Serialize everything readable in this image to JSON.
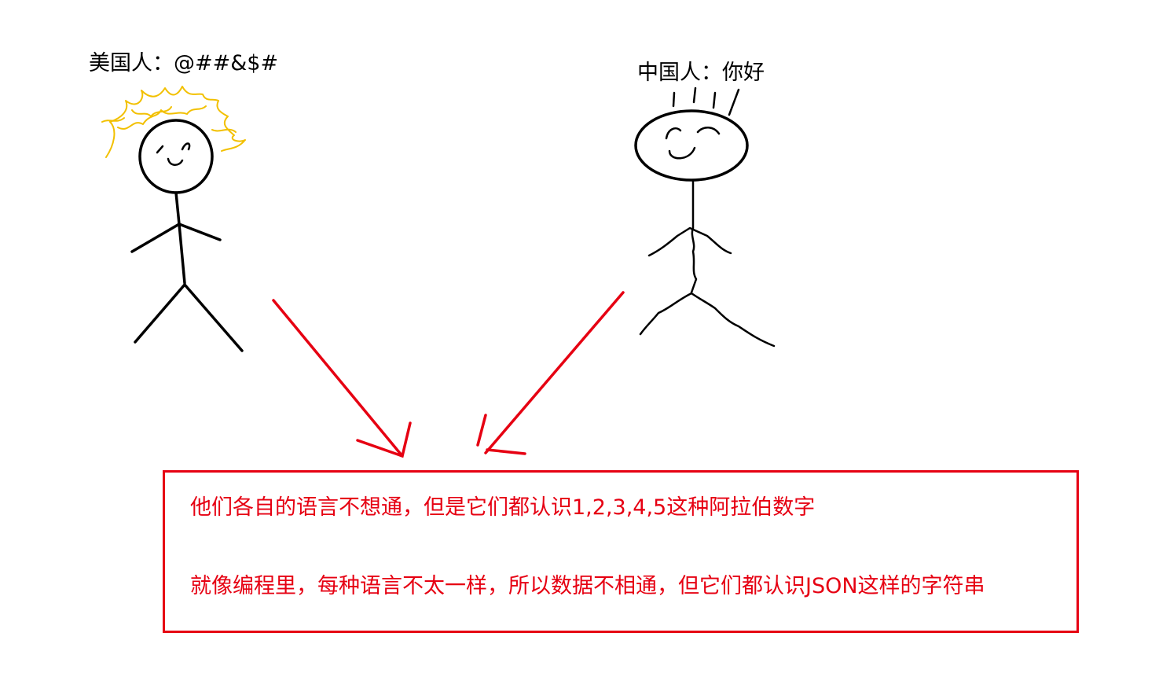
{
  "american": {
    "label": "美国人：@##&$#"
  },
  "chinese": {
    "label": "中国人：你好"
  },
  "note": {
    "line1": "他们各自的语言不想通，但是它们都认识1,2,3,4,5这种阿拉伯数字",
    "line2": "就像编程里，每种语言不太一样，所以数据不相通，但它们都认识JSON这样的字符串"
  },
  "colors": {
    "ink": "#000000",
    "hair": "#f2c000",
    "accent": "#e60012"
  }
}
